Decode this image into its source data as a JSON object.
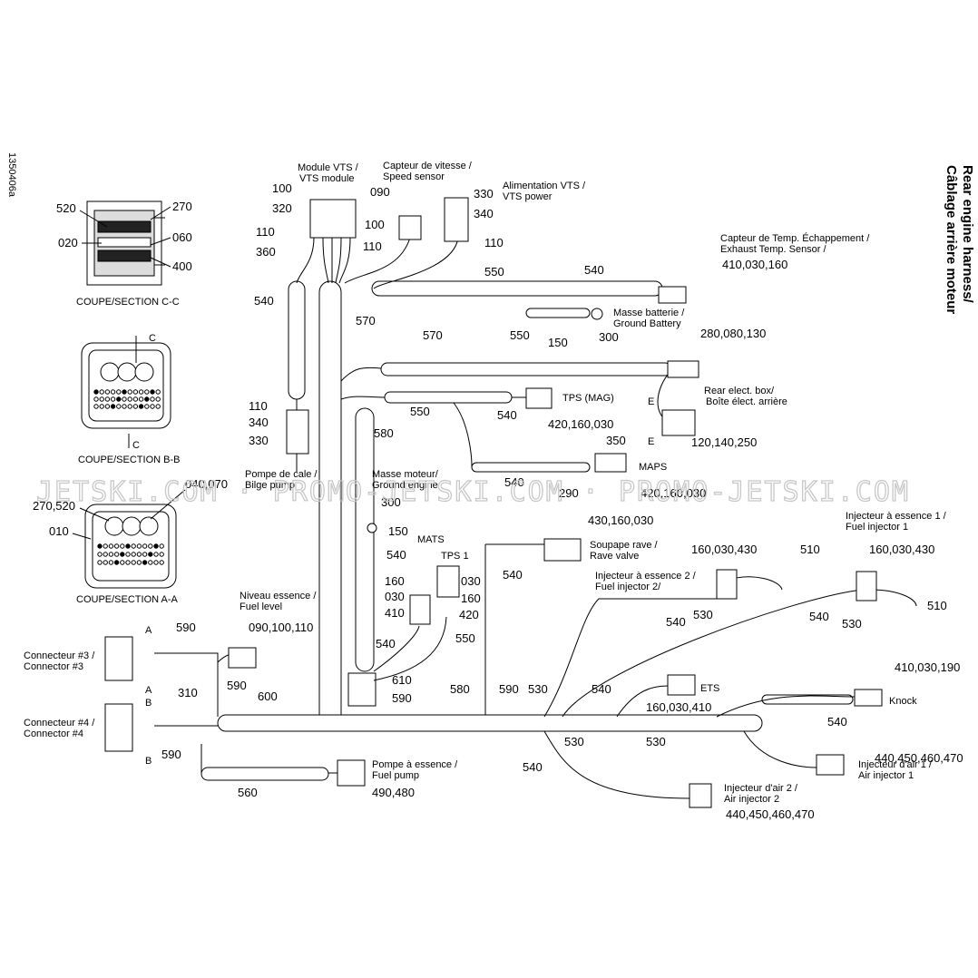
{
  "doc_code": "1350406a",
  "title": {
    "line1": "Rear engine harness/",
    "line2": "Câblage arrière moteur"
  },
  "watermark": "JETSKI.COM · PROMO-JETSKI.COM · PROMO-JETSKI.COM",
  "sections": {
    "cc": "COUPE/SECTION C-C",
    "bb": "COUPE/SECTION B-B",
    "aa": "COUPE/SECTION A-A",
    "cc_parts": [
      "520",
      "270",
      "020",
      "060",
      "400"
    ],
    "aa_parts": [
      "040,070",
      "270,520",
      "010"
    ],
    "letters": {
      "c": "C",
      "a": "A",
      "b": "B",
      "e": "E"
    }
  },
  "components": {
    "vts_module": {
      "fr": "Module VTS /",
      "en": "VTS module"
    },
    "speed_sensor": {
      "fr": "Capteur de vitesse /",
      "en": "Speed sensor"
    },
    "vts_power": {
      "fr": "Alimentation VTS /",
      "en": "VTS power"
    },
    "exhaust_temp": {
      "fr": "Capteur de Temp. Échappement /",
      "en": "Exhaust Temp. Sensor /"
    },
    "ground_battery": {
      "fr": "Masse batterie /",
      "en": "Ground Battery"
    },
    "tps_mag": "TPS (MAG)",
    "rear_box": {
      "en": "Rear elect. box/",
      "fr": "Boîte élect. arrière"
    },
    "maps": "MAPS",
    "bilge_pump": {
      "fr": "Pompe de cale /",
      "en": "Bilge pump"
    },
    "ground_engine": {
      "fr": "Masse moteur/",
      "en": "Ground engine"
    },
    "mats": "MATS",
    "tps1": "TPS 1",
    "rave_valve": {
      "fr": "Soupape rave /",
      "en": "Rave valve"
    },
    "fuel_injector_2": {
      "fr": "Injecteur à essence 2 /",
      "en": "Fuel injector 2/"
    },
    "fuel_injector_1": {
      "fr": "Injecteur à essence 1 /",
      "en": "Fuel injector 1"
    },
    "fuel_level": {
      "fr": "Niveau essence /",
      "en": "Fuel level"
    },
    "connector3": {
      "fr": "Connecteur #3 /",
      "en": "Connector #3"
    },
    "connector4": {
      "fr": "Connecteur #4 /",
      "en": "Connector #4"
    },
    "ets": "ETS",
    "knock": "Knock",
    "air_injector_1": {
      "fr": "Injecteur d'air 1 /",
      "en": "Air injector 1"
    },
    "air_injector_2": {
      "fr": "Injecteur d'air 2 /",
      "en": "Air injector 2"
    },
    "fuel_pump": {
      "fr": "Pompe à essence /",
      "en": "Fuel pump"
    }
  },
  "callouts": {
    "c100a": "100",
    "c320": "320",
    "c110a": "110",
    "c360": "360",
    "c090": "090",
    "c100b": "100",
    "c110b": "110",
    "c330a": "330",
    "c340a": "340",
    "c110c": "110",
    "c550a": "550",
    "c540a": "540",
    "c410_030_160": "410,030,160",
    "c540b": "540",
    "c570a": "570",
    "c550b": "550",
    "c150a": "150",
    "c300a": "300",
    "c570b": "570",
    "c280_080_130": "280,080,130",
    "c550c": "550",
    "c540c": "540",
    "c420_160_030a": "420,160,030",
    "c350": "350",
    "c120_140_250": "120,140,250",
    "c110d": "110",
    "c340b": "340",
    "c330b": "330",
    "c580a": "580",
    "c540d": "540",
    "c290": "290",
    "c420_160_030b": "420,160,030",
    "c300b": "300",
    "c150b": "150",
    "c540e": "540",
    "c160a": "160",
    "c030a": "030",
    "c410": "410",
    "c030b": "030",
    "c160b": "160",
    "c420": "420",
    "c540f": "540",
    "c550d": "550",
    "c610": "610",
    "c590a": "590",
    "c430_160_030": "430,160,030",
    "c540g": "540",
    "c160_030_430a": "160,030,430",
    "c510a": "510",
    "c540h": "540",
    "c530a": "530",
    "c160_030_430b": "160,030,430",
    "c510b": "510",
    "c540i": "540",
    "c530b": "530",
    "c590b": "590",
    "c090_100_110": "090,100,110",
    "c590c": "590",
    "c310": "310",
    "c600": "600",
    "c590d": "590",
    "c580b": "580",
    "c590e": "590",
    "c530c": "530",
    "c540j": "540",
    "c160_030_410": "160,030,410",
    "c530d": "530",
    "c530e": "530",
    "c410_030_190": "410,030,190",
    "c540k": "540",
    "c440_450_460_470a": "440,450,460,470",
    "c540l": "540",
    "c440_450_460_470b": "440,450,460,470",
    "c560": "560",
    "c490_480": "490,480"
  }
}
